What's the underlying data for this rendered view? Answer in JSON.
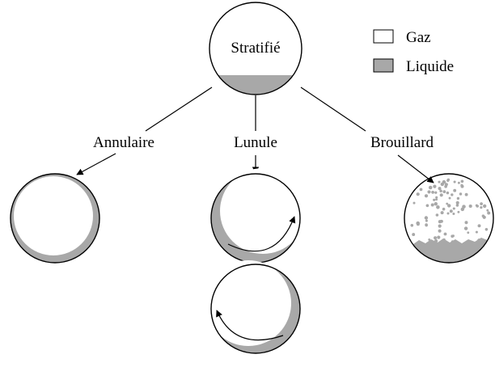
{
  "colors": {
    "gas": "#ffffff",
    "liquid": "#a8a8a8",
    "outline": "#000000"
  },
  "legend": {
    "gas_label": "Gaz",
    "liquid_label": "Liquide"
  },
  "regimes": {
    "stratified": "Stratifié",
    "annular": "Annulaire",
    "crescent": "Lunule",
    "mist": "Brouillard"
  }
}
